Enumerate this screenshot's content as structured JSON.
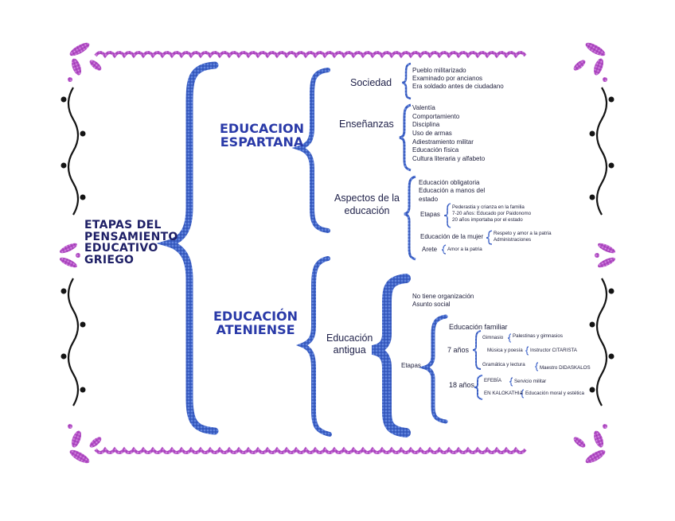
{
  "main_title": [
    "ETAPAS DEL",
    "PENSAMIENTO",
    "EDUCATIVO",
    "GRIEGO"
  ],
  "sparta": {
    "title": [
      "EDUCACION",
      "ESPARTANA"
    ],
    "sociedad": {
      "label": "Sociedad",
      "items": [
        "Pueblo militarizado",
        "Examinado por ancianos",
        "Era soldado antes de ciudadano"
      ]
    },
    "ensenanzas": {
      "label": "Enseñanzas",
      "items": [
        "Valentía",
        "Comportamiento",
        "Disciplina",
        "Uso de armas",
        "Adiestramiento militar",
        "Educación física",
        "Cultura literaria y alfabeto"
      ]
    },
    "aspectos": {
      "label": [
        "Aspectos de la",
        "educación"
      ],
      "intro": [
        "Educación obligatoria",
        "Educación a manos del",
        "estado"
      ],
      "etapas_label": "Etapas",
      "etapas": [
        "Pederastia y crianza en la familia",
        "7-20 años: Educado por Paidonomo",
        "20 años importaba por el estado"
      ],
      "mujer_label": "Educación de la mujer",
      "mujer": [
        "Respeto y amor a la patria",
        "Administraciones"
      ],
      "arete_label": "Arete",
      "arete": "Amor a la patria"
    }
  },
  "athens": {
    "title": [
      "EDUCACIÓN",
      "ATENIENSE"
    ],
    "antigua": {
      "label": [
        "Educación",
        "antigua"
      ],
      "notes": [
        "No tiene organización",
        "Asunto social"
      ],
      "etapas_label": "Etapas",
      "familiar": "Educación familiar",
      "age7": "7 años",
      "age7_items": [
        {
          "place": "Gimnasio",
          "detail": "Palestinas y gimnasios"
        },
        {
          "place": "Música y poesía",
          "detail": "Instructor CITARISTA"
        },
        {
          "place": "Gramática y lectura",
          "detail": "Maestro DIDASKALOS"
        }
      ],
      "age18": "18 años",
      "age18_items": [
        {
          "place": "EFEBÍA",
          "detail": "Servicio militar"
        },
        {
          "place": "EN KALOKATHIA",
          "detail": "Educación moral y estética"
        }
      ]
    }
  },
  "colors": {
    "border": "#b34fc6",
    "border_light": "#d79ae4",
    "brace": "#3f63c9",
    "brace_light": "#7ea1ea",
    "brace_dark": "#1f3a8e",
    "ink": "#1c1d3a",
    "dot": "#141414"
  }
}
